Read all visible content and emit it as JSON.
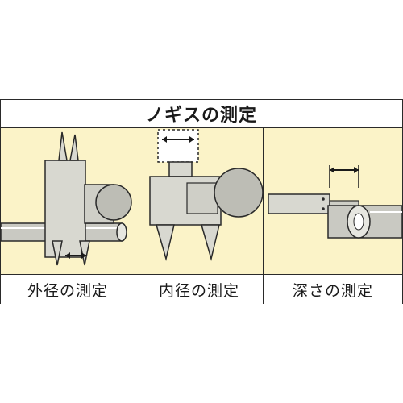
{
  "figure": {
    "title": "ノギスの測定",
    "panels": [
      {
        "label": "外径の測定",
        "illustration": "outside-diameter-measurement"
      },
      {
        "label": "内径の測定",
        "illustration": "inside-diameter-measurement"
      },
      {
        "label": "深さの測定",
        "illustration": "depth-measurement"
      }
    ]
  },
  "colors": {
    "panel_background": "#fbf3c8",
    "caliper_body": "#d8d8d0",
    "caliper_shadow": "#9a9a92",
    "outline": "#2a2a2a"
  }
}
